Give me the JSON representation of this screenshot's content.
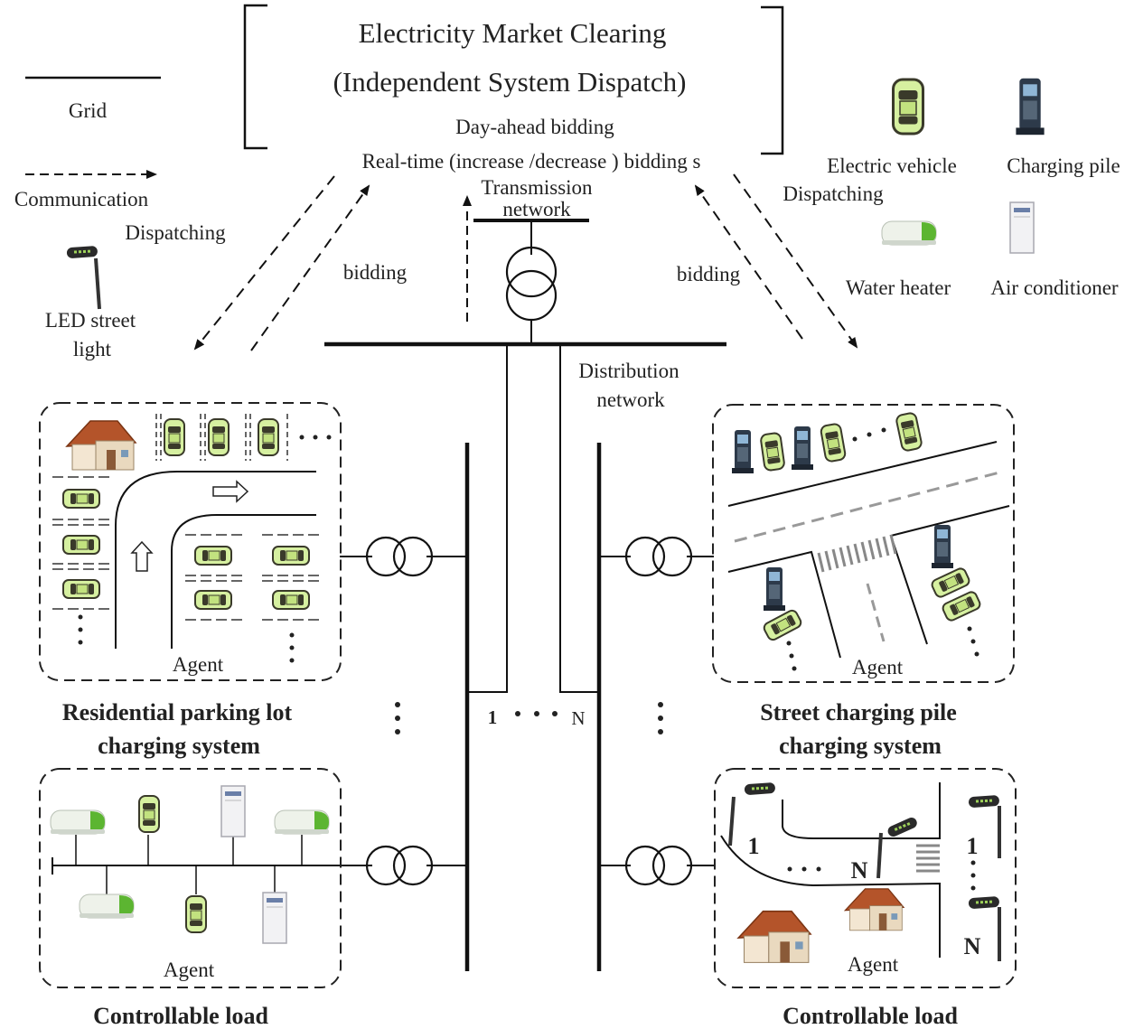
{
  "header": {
    "title_line1": "Electricity Market Clearing",
    "title_line2": "(Independent System Dispatch)",
    "day_ahead": "Day-ahead  bidding",
    "real_time": "Real-time  (increase /decrease ) bidding s"
  },
  "legend": {
    "grid": "Grid",
    "communication": "Communication",
    "dispatching_left": "Dispatching",
    "led_line1": "LED street",
    "led_line2": "light",
    "ev": "Electric vehicle",
    "charging_pile": "Charging pile",
    "dispatching_right": "Dispatching",
    "water_heater": "Water heater",
    "air_conditioner": "Air conditioner"
  },
  "network": {
    "transmission_line1": "Transmission",
    "transmission_line2": "network",
    "distribution_line1": "Distribution",
    "distribution_line2": "network",
    "bus_start": "1",
    "bus_end": "N"
  },
  "arrows": {
    "bidding_left": "bidding",
    "bidding_right": "bidding"
  },
  "panels": {
    "residential": {
      "agent": "Agent",
      "title_line1": "Residential parking lot",
      "title_line2": "charging system"
    },
    "street": {
      "agent": "Agent",
      "title_line1": "Street charging pile",
      "title_line2": "charging system"
    },
    "load_left": {
      "agent": "Agent",
      "title": "Controllable load"
    },
    "load_right": {
      "agent": "Agent",
      "title": "Controllable load",
      "num_1a": "1",
      "num_na": "N",
      "num_1b": "1",
      "num_nb": "N"
    }
  },
  "colors": {
    "ev_fill": "#d6f0a0",
    "ev_stroke": "#3a3a2a",
    "roof": "#b4542a",
    "heater_green": "#5cb531"
  }
}
